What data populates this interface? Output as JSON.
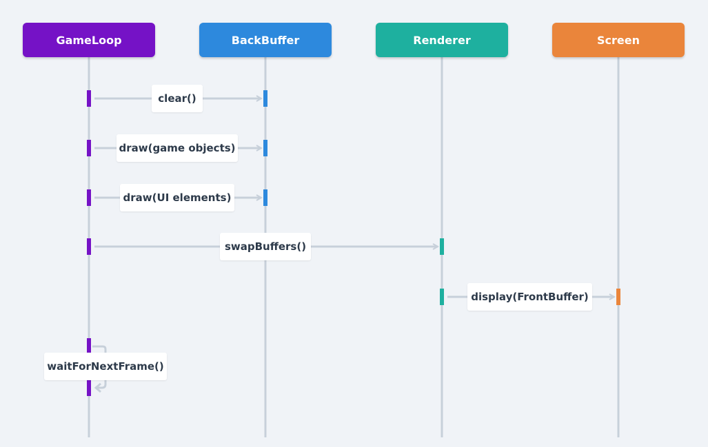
{
  "colors": {
    "gameloop": "#7512c6",
    "backbuffer": "#2d89dd",
    "renderer": "#1eb09f",
    "screen": "#ea853b",
    "lifeline": "#c7d0da",
    "arrow": "#c7d0da",
    "background": "#f0f3f7",
    "label_text": "#2d3a4a"
  },
  "participants": [
    {
      "name": "GameLoop"
    },
    {
      "name": "BackBuffer"
    },
    {
      "name": "Renderer"
    },
    {
      "name": "Screen"
    }
  ],
  "messages": [
    {
      "label": "clear()",
      "from": "GameLoop",
      "to": "BackBuffer"
    },
    {
      "label": "draw(game objects)",
      "from": "GameLoop",
      "to": "BackBuffer"
    },
    {
      "label": "draw(UI elements)",
      "from": "GameLoop",
      "to": "BackBuffer"
    },
    {
      "label": "swapBuffers()",
      "from": "GameLoop",
      "to": "Renderer"
    },
    {
      "label": "display(FrontBuffer)",
      "from": "Renderer",
      "to": "Screen"
    },
    {
      "label": "waitForNextFrame()",
      "from": "GameLoop",
      "to": "GameLoop"
    }
  ]
}
